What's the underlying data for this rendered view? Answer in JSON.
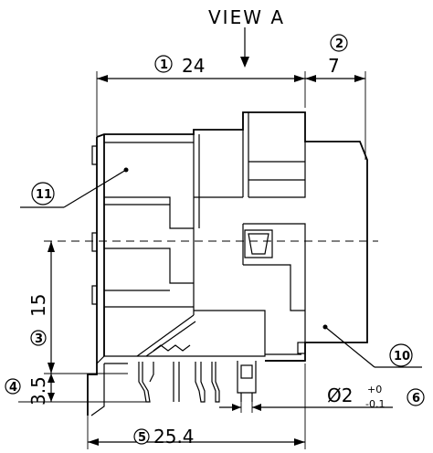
{
  "view_label": "VIEW A",
  "callouts": {
    "c1": "1",
    "c2": "2",
    "c3": "3",
    "c4": "4",
    "c5": "5",
    "c6": "6",
    "c10": "10",
    "c11": "11"
  },
  "dimensions": {
    "overall_width": "24",
    "front_depth": "7",
    "centerline_height": "15",
    "pin_standoff": "3.5",
    "total_length": "25.4",
    "pin_diameter_prefix": "Ø2",
    "pin_tol_upper": "+0",
    "pin_tol_lower": "-0.1"
  }
}
